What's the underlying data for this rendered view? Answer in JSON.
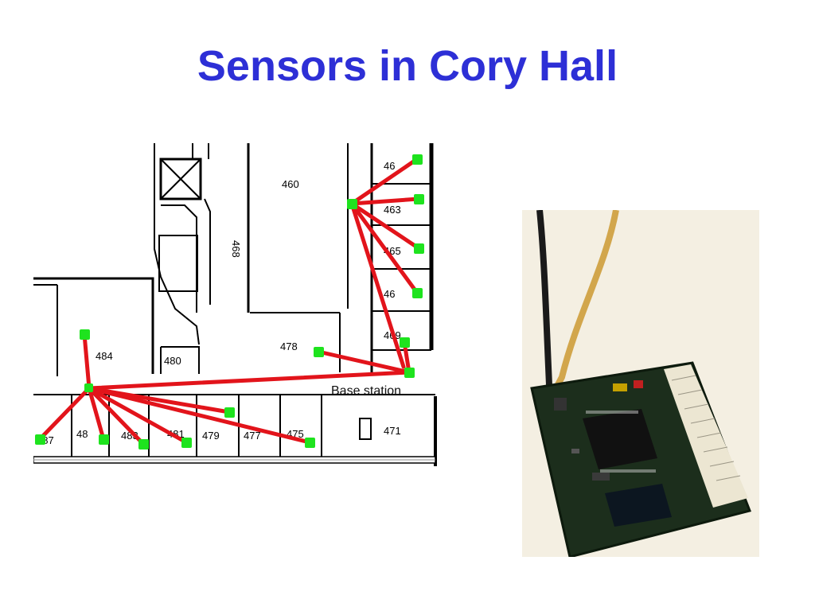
{
  "slide": {
    "title": "Sensors in Cory Hall"
  },
  "floorplan": {
    "room_labels": [
      "460",
      "468",
      "484",
      "480",
      "478",
      "46",
      "463",
      "465",
      "46",
      "469",
      "471",
      "487",
      "48",
      "483",
      "481",
      "479",
      "477",
      "475"
    ],
    "base_station_label": "Base station",
    "colors": {
      "link": "#e2141b",
      "sensor": "#1ee31e",
      "wall": "#000000"
    }
  },
  "board": {
    "colors": {
      "pcb": "#1c2e1c",
      "chip": "#111111",
      "connector": "#ece6d2",
      "wire_dark": "#1a1a1a",
      "wire_tan": "#d2a64c"
    }
  }
}
